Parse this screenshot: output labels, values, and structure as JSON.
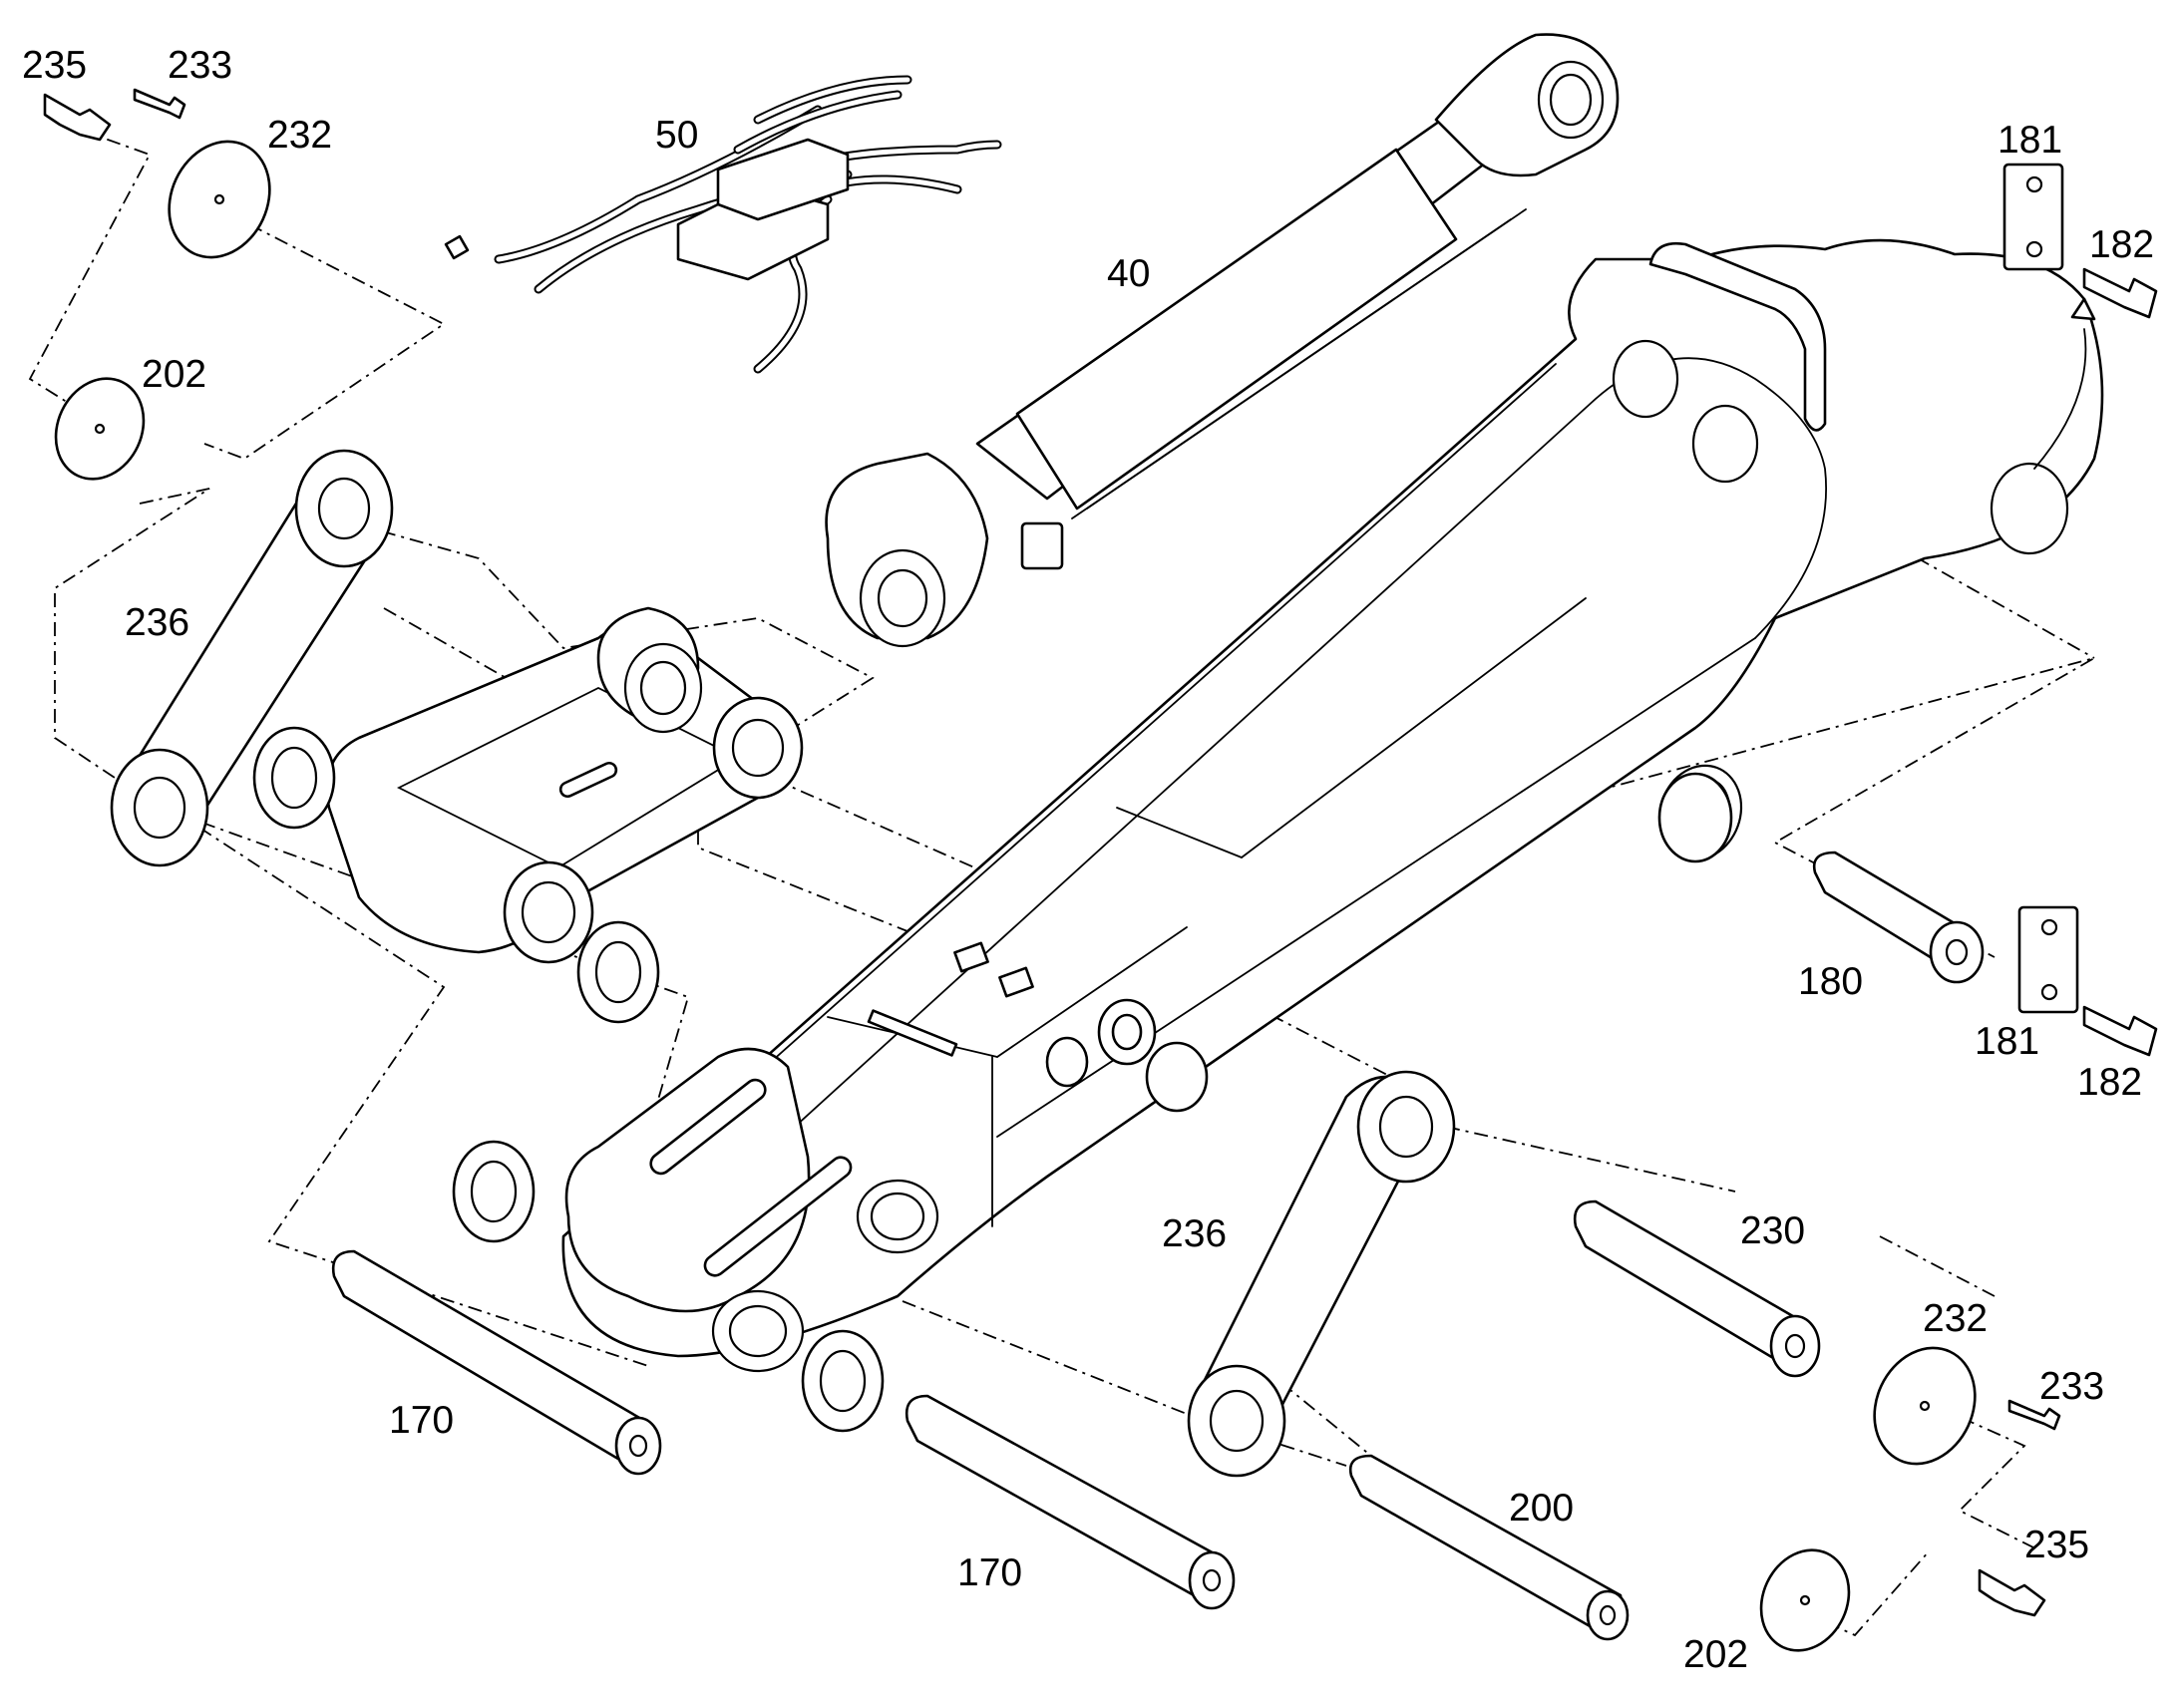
{
  "figure": {
    "callouts": [
      {
        "id": "c-235-tl",
        "text": "235"
      },
      {
        "id": "c-233-tl",
        "text": "233"
      },
      {
        "id": "c-232-tl",
        "text": "232"
      },
      {
        "id": "c-202-tl",
        "text": "202"
      },
      {
        "id": "c-236-l",
        "text": "236"
      },
      {
        "id": "c-50",
        "text": "50"
      },
      {
        "id": "c-40",
        "text": "40"
      },
      {
        "id": "c-181-t",
        "text": "181"
      },
      {
        "id": "c-182-t",
        "text": "182"
      },
      {
        "id": "c-180",
        "text": "180"
      },
      {
        "id": "c-181-b",
        "text": "181"
      },
      {
        "id": "c-182-b",
        "text": "182"
      },
      {
        "id": "c-236-r",
        "text": "236"
      },
      {
        "id": "c-230",
        "text": "230"
      },
      {
        "id": "c-232-br",
        "text": "232"
      },
      {
        "id": "c-233-br",
        "text": "233"
      },
      {
        "id": "c-235-br",
        "text": "235"
      },
      {
        "id": "c-200",
        "text": "200"
      },
      {
        "id": "c-202-br",
        "text": "202"
      },
      {
        "id": "c-170-l",
        "text": "170"
      },
      {
        "id": "c-170-r",
        "text": "170"
      }
    ]
  }
}
